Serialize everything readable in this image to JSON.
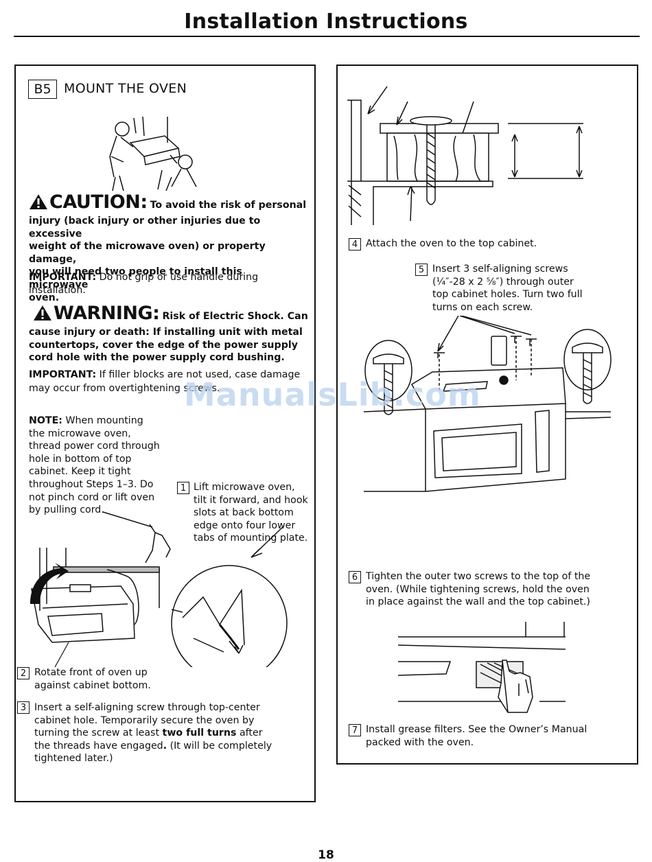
{
  "page": {
    "title": "Installation Instructions",
    "page_number": "18",
    "watermark": "ManualsLib.com"
  },
  "left": {
    "section_id": "B5",
    "section_title": "MOUNT THE OVEN",
    "caution": {
      "word": "CAUTION:",
      "text": [
        "To avoid the risk of personal",
        "injury (back injury or other injuries due to excessive",
        "weight of the microwave oven) or property damage,",
        "you will need two people to install this microwave",
        "oven."
      ]
    },
    "important1": {
      "label": "IMPORTANT:",
      "line1": " Do not grip or use handle during",
      "line2": "installation."
    },
    "warning": {
      "word": "WARNING:",
      "text": [
        "Risk of Electric Shock. Can",
        "cause injury or death: If installing unit with metal",
        "countertops, cover the edge of the power supply",
        "cord hole with the power supply cord bushing."
      ]
    },
    "important2": {
      "label": "IMPORTANT:",
      "line1": " If filler blocks are not used, case damage",
      "line2": "may occur from overtightening screws."
    },
    "note": {
      "label": "NOTE:",
      "text": [
        " When mounting",
        "the microwave oven,",
        "thread power cord through",
        "hole in bottom of top",
        "cabinet. Keep it tight",
        "throughout Steps 1–3. Do",
        "not pinch cord or lift oven",
        "by pulling cord."
      ]
    },
    "step1": {
      "num": "1",
      "text": [
        "Lift microwave oven,",
        "tilt it forward, and hook",
        "slots at back bottom",
        "edge onto four lower",
        "tabs of mounting plate."
      ]
    },
    "step2": {
      "num": "2",
      "text": [
        "Rotate front of oven up",
        "against cabinet bottom."
      ]
    },
    "step3": {
      "num": "3",
      "line1": "Insert a self-aligning screw through top-center",
      "line2": "cabinet hole. Temporarily secure the oven by",
      "line3_a": "turning the screw at least ",
      "line3_b": "two full turns",
      "line3_c": " after",
      "line4_a": "the threads have engaged",
      "line4_b": ".",
      "line4_c": " (It will be completely",
      "line5": "tightened later.)"
    }
  },
  "right": {
    "step4": {
      "num": "4",
      "text": "Attach the oven to the top cabinet."
    },
    "step5": {
      "num": "5",
      "text": [
        "Insert 3 self-aligning screws",
        "(¼″-28 x 2 ⅝″) through outer",
        "top cabinet holes. Turn two full",
        "turns on each screw."
      ]
    },
    "step6": {
      "num": "6",
      "text": [
        "Tighten the outer two screws to the top of the",
        "oven. (While tightening screws, hold the oven",
        "in place against the wall and the top cabinet.)"
      ]
    },
    "step7": {
      "num": "7",
      "text": [
        "Install grease filters. See the Owner’s Manual",
        "packed with the oven."
      ]
    }
  }
}
